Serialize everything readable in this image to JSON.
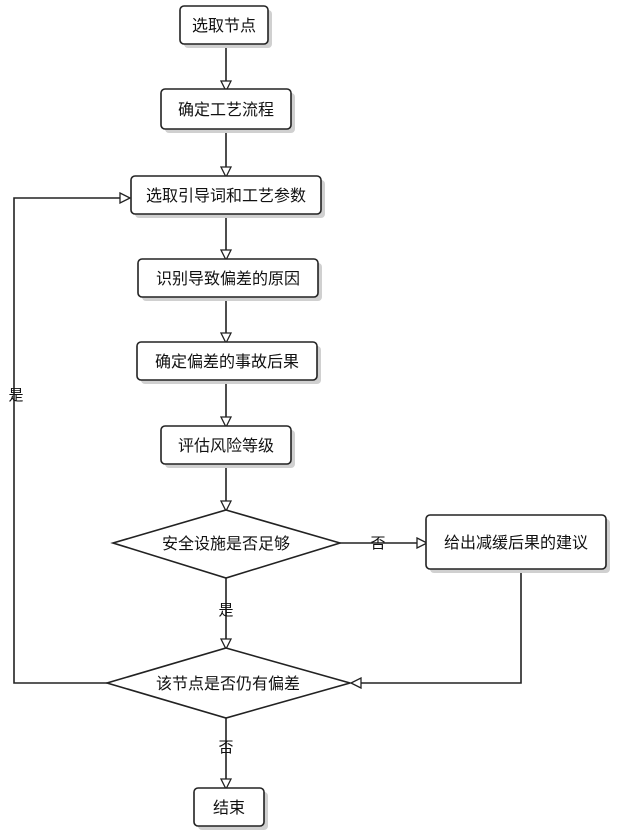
{
  "nodes": {
    "select_node": "选取节点",
    "define_process": "确定工艺流程",
    "select_guideword": "选取引导词和工艺参数",
    "identify_causes": "识别导致偏差的原因",
    "determine_consequences": "确定偏差的事故后果",
    "assess_risk": "评估风险等级",
    "safeguards_decision": "安全设施是否足够",
    "give_advice": "给出减缓后果的建议",
    "deviation_decision": "该节点是否仍有偏差",
    "end": "结束"
  },
  "edge_labels": {
    "no_to_advice": "否",
    "yes_to_deviation": "是",
    "yes_loop_back": "是",
    "no_to_end": "否"
  }
}
